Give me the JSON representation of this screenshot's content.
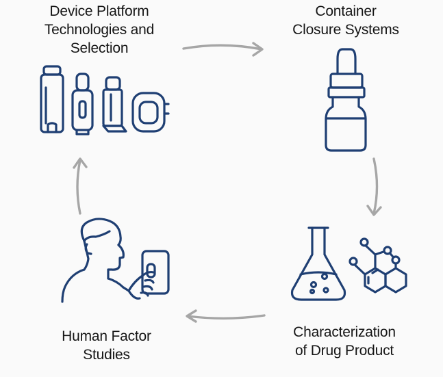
{
  "labels": {
    "device": [
      "Device Platform",
      "Technologies and",
      "Selection"
    ],
    "container": [
      "Container",
      "Closure Systems"
    ],
    "characterization": [
      "Characterization",
      "of Drug Product"
    ],
    "human": [
      "Human Factor",
      "Studies"
    ]
  },
  "colors": {
    "icon_stroke": "#1f3f73",
    "arrow": "#a6a6a6",
    "text": "#161616",
    "background": "#fafafa"
  },
  "icons": {
    "device": "device-platforms-icon",
    "container": "nasal-spray-bottle-icon",
    "characterization": "flask-and-molecule-icon",
    "human": "person-using-device-icon"
  }
}
